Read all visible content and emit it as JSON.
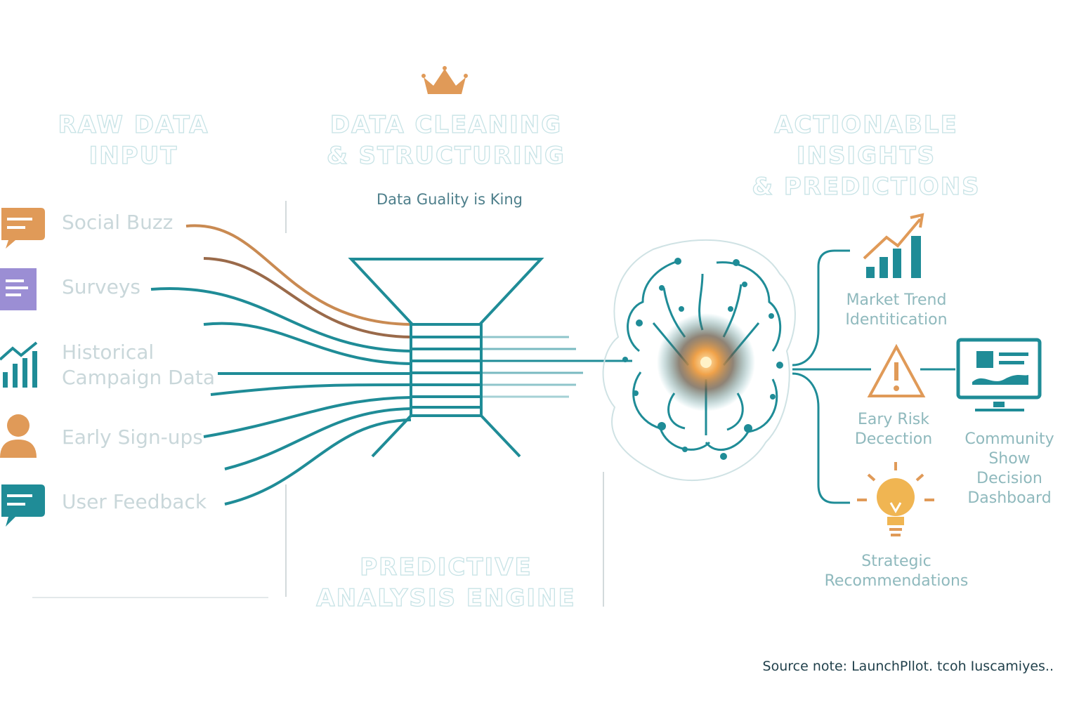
{
  "stages": {
    "raw_input": [
      "RAW DATA",
      "INPUT"
    ],
    "cleaning": [
      "DATA CLEANING",
      "& STRUCTURING"
    ],
    "insights": [
      "ACTIONABLE INSIGHTS",
      "& PREDICTIONS"
    ],
    "engine": [
      "PREDICTIVE",
      "ANALYSIS ENGINE"
    ]
  },
  "tagline": "Data Guality is King",
  "sources": [
    {
      "label": "Social Buzz",
      "icon": "chat-bubble-icon",
      "color": "#e09a58"
    },
    {
      "label": "Surveys",
      "icon": "form-document-icon",
      "color": "#9b8ed4"
    },
    {
      "label_lines": [
        "Historical",
        "Campaign Data"
      ],
      "icon": "bar-chart-trend-icon",
      "color": "#1f8c97"
    },
    {
      "label": "Early Sign-ups",
      "icon": "user-person-icon",
      "color": "#e09a58"
    },
    {
      "label": "User Feedback",
      "icon": "chat-bubble-icon",
      "color": "#1f8c97"
    }
  ],
  "insights": [
    {
      "lines": [
        "Market Trend",
        "Identitication"
      ],
      "icon": "rising-bar-chart-icon"
    },
    {
      "lines": [
        "Eary Risk",
        "Decection"
      ],
      "icon": "warning-triangle-icon"
    },
    {
      "lines": [
        "Community",
        "Show",
        "Decision",
        "Dashboard"
      ],
      "icon": "monitor-dashboard-icon"
    },
    {
      "lines": [
        "Strategic",
        "Recommendations"
      ],
      "icon": "lightbulb-icon"
    }
  ],
  "source_note": "Source note: LaunchPllot. tcoh Iuscamiyes..",
  "colors": {
    "teal": "#1f8c97",
    "orange": "#e09a58",
    "brown": "#9a6a4a",
    "purple": "#9b8ed4",
    "title_outline": "#c7e3e6",
    "label_text": "#8fb9bd"
  }
}
